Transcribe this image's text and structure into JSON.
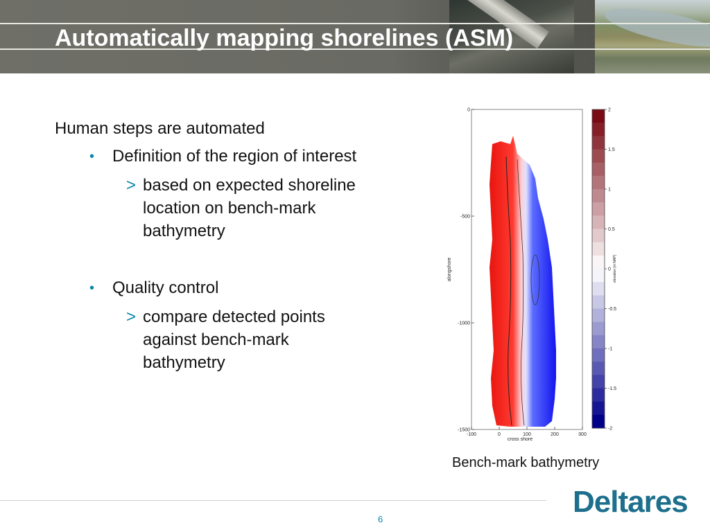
{
  "slide": {
    "title": "Automatically mapping shorelines (ASM)",
    "level0": "Human steps are automated",
    "bullet1": "Definition of the region of interest",
    "sub1": [
      "based on expected shoreline",
      "location on bench-mark",
      "bathymetry"
    ],
    "bullet2": "Quality control",
    "sub2": [
      "compare detected points",
      "against bench-mark",
      "bathymetry"
    ],
    "bullet_glyph": "•",
    "arrow_glyph": ">",
    "caption": "Bench-mark bathymetry",
    "page_number": "6",
    "logo": "Deltares"
  },
  "chart_data": {
    "type": "heatmap",
    "xlabel": "cross shore",
    "ylabel": "alongshore",
    "colorbar_label": "elevation [m NAP]",
    "xlim": [
      -100,
      300
    ],
    "ylim": [
      -1500,
      0
    ],
    "xticks": [
      -100,
      0,
      100,
      200,
      300
    ],
    "yticks": [
      0,
      -500,
      -1000,
      -1500
    ],
    "clim": [
      -2,
      2
    ],
    "colorbar_ticks": [
      2,
      1.5,
      1,
      0.5,
      0,
      -0.5,
      -1,
      -1.5,
      -2
    ],
    "colors": {
      "high": "#7a0a14",
      "mid": "#ffffff",
      "low": "#00008a"
    }
  }
}
